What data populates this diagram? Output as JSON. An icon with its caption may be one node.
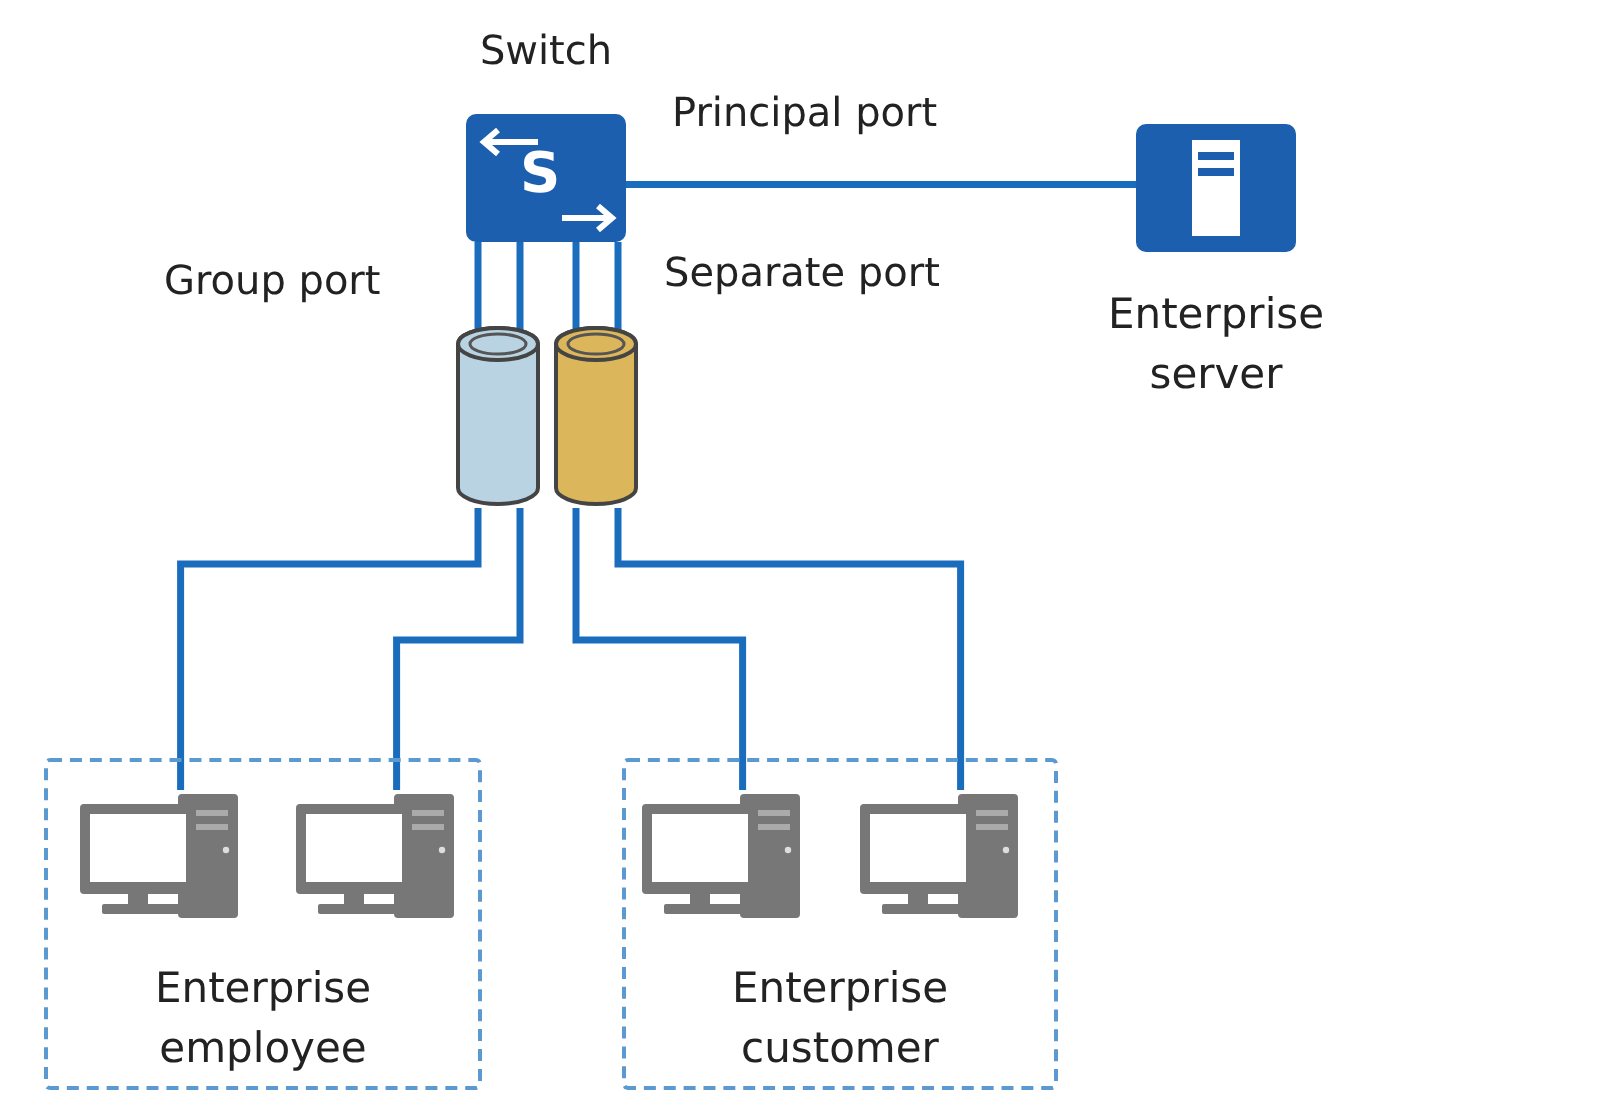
{
  "diagram": {
    "nodes": [
      {
        "text": [
          "Switch",
          "S"
        ]
      },
      {
        "text": [
          "Enterprise server"
        ]
      },
      {
        "text": [],
        "shape": "cylinder",
        "beside": [
          "Group port"
        ]
      },
      {
        "text": [],
        "shape": "cylinder",
        "beside": [
          "Separate port"
        ]
      },
      {
        "text": [
          "Enterprise employee"
        ]
      },
      {
        "text": [],
        "shape": "computer",
        "in": 4
      },
      {
        "text": [],
        "shape": "computer",
        "in": 4
      },
      {
        "text": [
          "Enterprise customer"
        ]
      },
      {
        "text": [],
        "shape": "computer",
        "in": 7
      },
      {
        "text": [],
        "shape": "computer",
        "in": 7
      }
    ],
    "edges": [
      {
        "from": 0,
        "to": 1,
        "arrow": "none",
        "label": "Principal port"
      },
      {
        "from": 0,
        "to": 2,
        "arrow": "none"
      },
      {
        "from": 0,
        "to": 2,
        "arrow": "none"
      },
      {
        "from": 0,
        "to": 3,
        "arrow": "none"
      },
      {
        "from": 0,
        "to": 3,
        "arrow": "none"
      },
      {
        "from": 2,
        "to": 5,
        "arrow": "none"
      },
      {
        "from": 2,
        "to": 6,
        "arrow": "none"
      },
      {
        "from": 3,
        "to": 8,
        "arrow": "none"
      },
      {
        "from": 3,
        "to": 9,
        "arrow": "none"
      }
    ]
  }
}
